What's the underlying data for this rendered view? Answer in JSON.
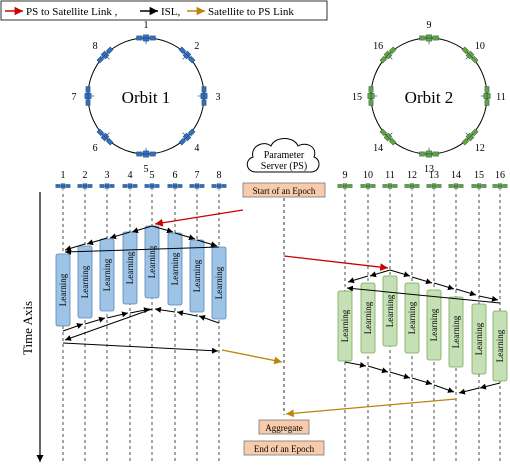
{
  "legend": {
    "ps_to_sat": "PS to Satellite Link ,",
    "isl": "ISL,",
    "sat_to_ps": "Satellite to PS Link"
  },
  "orbit1": {
    "label": "Orbit 1",
    "sat_numbers": [
      "1",
      "2",
      "3",
      "4",
      "5",
      "6",
      "7",
      "8"
    ]
  },
  "orbit2": {
    "label": "Orbit 2",
    "sat_numbers": [
      "9",
      "10",
      "11",
      "12",
      "13",
      "14",
      "15",
      "16"
    ]
  },
  "ps": {
    "line1": "Parameter",
    "line2": "Server (PS)"
  },
  "start_epoch": "Start of an Epoch",
  "aggregate": "Aggregate",
  "end_epoch": "End of an Epoch",
  "time_axis": "Time Axis",
  "learning": "Learning",
  "colors": {
    "ps_to_sat": "#cc0000",
    "sat_to_ps": "#b8860b",
    "orbit1_sat": "#2f6fbf",
    "orbit2_sat": "#5fa830",
    "learn1_fill": "#9dc3e6",
    "learn2_fill": "#c5e0b4",
    "box_fill": "#f8cbad"
  }
}
